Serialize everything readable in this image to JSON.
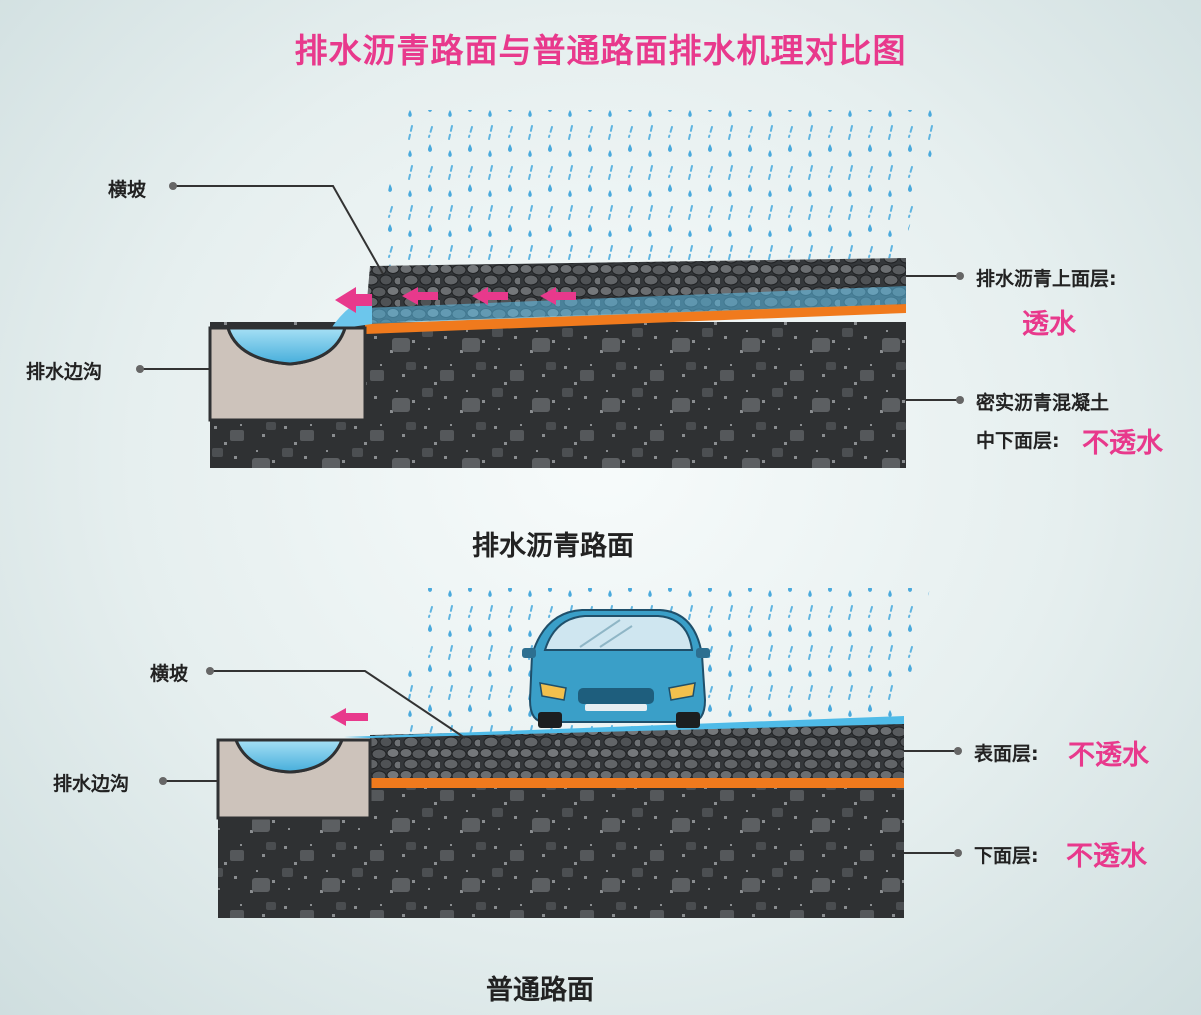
{
  "title": "排水沥青路面与普通路面排水机理对比图",
  "top": {
    "caption": "排水沥青路面",
    "slope_label": "横坡",
    "ditch_label": "排水边沟",
    "upper_layer_label": "排水沥青上面层:",
    "upper_layer_property": "透水",
    "lower_layer_label_line1": "密实沥青混凝土",
    "lower_layer_label_line2": "中下面层:",
    "lower_layer_property": "不透水"
  },
  "bottom": {
    "caption": "普通路面",
    "slope_label": "横坡",
    "ditch_label": "排水边沟",
    "surface_layer_label": "表面层:",
    "surface_layer_property": "不透水",
    "lower_layer_label": "下面层:",
    "lower_layer_property": "不透水"
  },
  "colors": {
    "accent_pink": "#e8398c",
    "water_blue": "#6cc6ec",
    "asphalt_dark": "#2f3133",
    "orange_interlayer": "#f07a1d",
    "ditch_concrete": "#cdc3bb",
    "car_body": "#3a9fc8"
  },
  "icons": [
    "rain-drops",
    "car-icon",
    "flow-arrow-icon",
    "leader-dot-icon"
  ]
}
